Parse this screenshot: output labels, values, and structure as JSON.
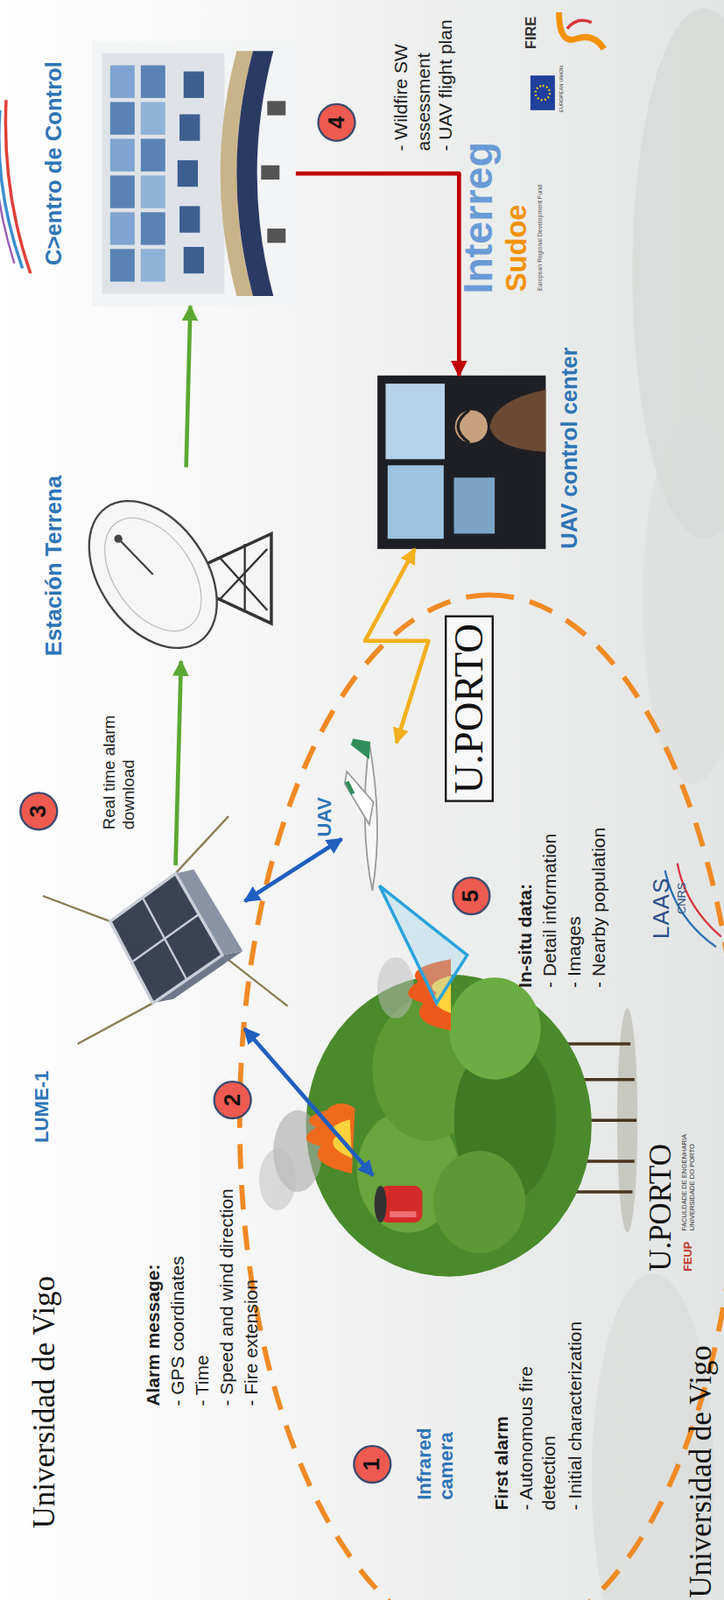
{
  "diagram": {
    "nodes": [
      {
        "text": [
          "Infrared camera"
        ]
      },
      {
        "text": [
          "LUME-1"
        ]
      },
      {
        "text": [
          "UAV"
        ]
      },
      {
        "text": [
          "Estación Terrena"
        ]
      },
      {
        "text": [
          "C>entro de Control"
        ]
      },
      {
        "text": [
          "UAV control center"
        ]
      }
    ],
    "edges": [
      {
        "from": 0,
        "to": 1,
        "arrow": "both"
      },
      {
        "from": 2,
        "to": 1,
        "arrow": "both"
      },
      {
        "from": 1,
        "to": 3,
        "label": "Real time alarm download",
        "arrow": "to"
      },
      {
        "from": 3,
        "to": 4,
        "arrow": "to"
      },
      {
        "from": 4,
        "to": 5,
        "arrow": "to"
      },
      {
        "from": 5,
        "to": 2,
        "arrow": "both"
      }
    ],
    "labels": [
      "1",
      "2",
      "3",
      "4",
      "5",
      "Alarm message:",
      "- GPS coordinates",
      "- Time",
      "- Speed and wind direction",
      "- Fire extension",
      "First alarm",
      "- Autonomous fire detection",
      "- Initial characterization",
      "In-situ data:",
      "- Detail information",
      "- Images",
      "- Nearby population",
      "- Wildfire SW assessment",
      "- UAV flight plan",
      "Universidad de Vigo",
      "Universidad de Vigo",
      "U.PORTO",
      "U.PORTO",
      "FEUP",
      "FACULDADE DE ENGENHARIA UNIVERSIDADE DO PORTO",
      "LAAS",
      "CNRS",
      "Interreg",
      "Sudoe",
      "European Regional Development Fund",
      "EUROPEAN UNION",
      "FIRE"
    ]
  }
}
